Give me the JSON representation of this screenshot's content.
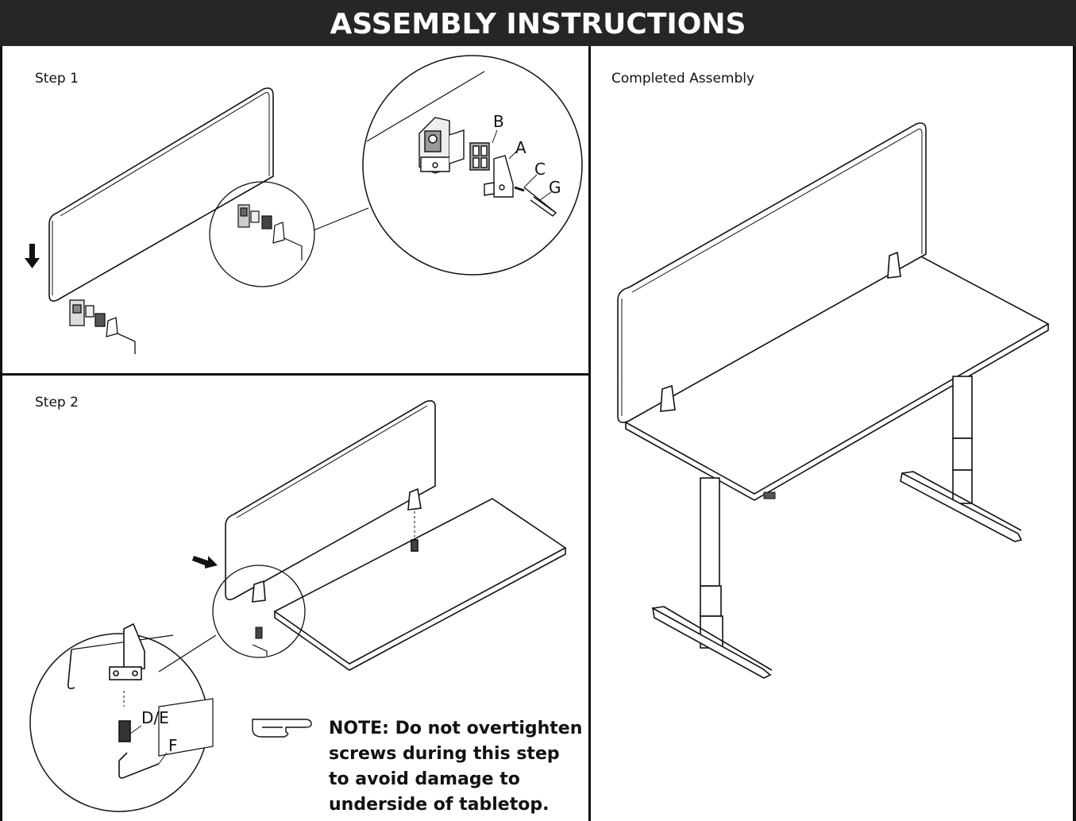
{
  "title": "ASSEMBLY INSTRUCTIONS",
  "step1": {
    "label": "Step 1",
    "callouts": [
      "B",
      "A",
      "C",
      "G"
    ]
  },
  "step2": {
    "label": "Step 2",
    "callouts": [
      "D/E",
      "F"
    ],
    "note": [
      "NOTE: Do not overtighten",
      "screws during this step",
      "to avoid damage to",
      "underside of tabletop."
    ]
  },
  "completed": {
    "label": "Completed Assembly"
  },
  "colors": {
    "header_bg": "#262626",
    "header_text": "#ffffff",
    "line": "#111111",
    "panel_fill": "#ffffff"
  },
  "icons": [
    "down-arrow-icon",
    "right-arrow-icon",
    "pointing-hand-icon"
  ]
}
